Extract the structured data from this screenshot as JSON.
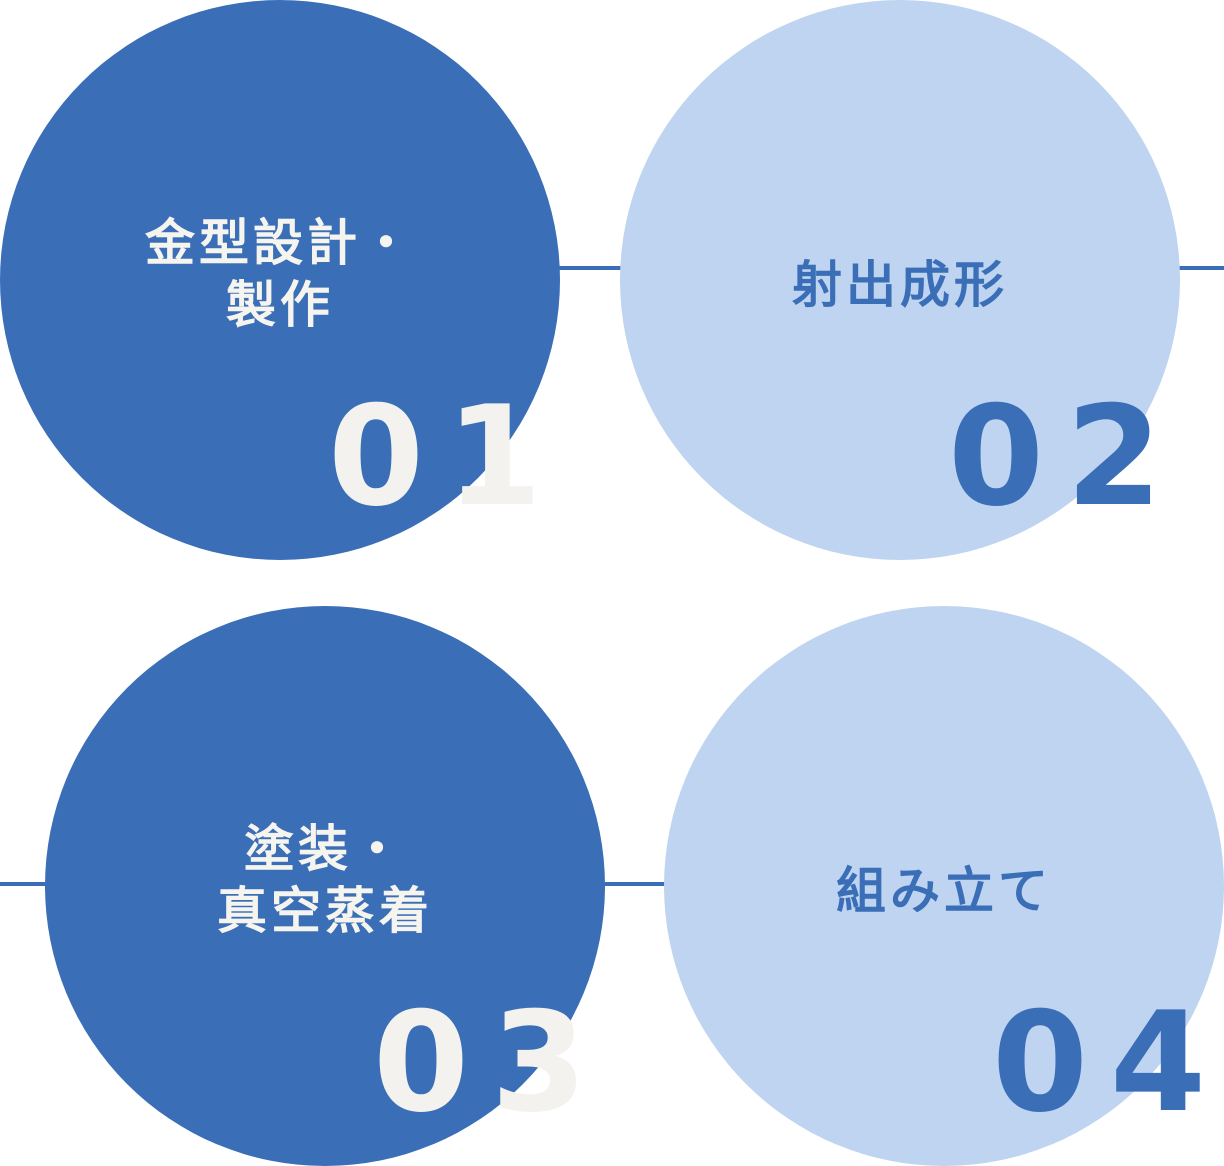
{
  "steps": [
    {
      "label": "金型設計・\n製作",
      "number": "01"
    },
    {
      "label": "射出成形",
      "number": "02"
    },
    {
      "label": "塗装・\n真空蒸着",
      "number": "03"
    },
    {
      "label": "組み立て",
      "number": "04"
    }
  ],
  "colors": {
    "dark_circle": "#3a6eb7",
    "light_circle": "#bfd4f1",
    "connector": "#3a6eb7",
    "light_text": "#f6f4ee"
  }
}
